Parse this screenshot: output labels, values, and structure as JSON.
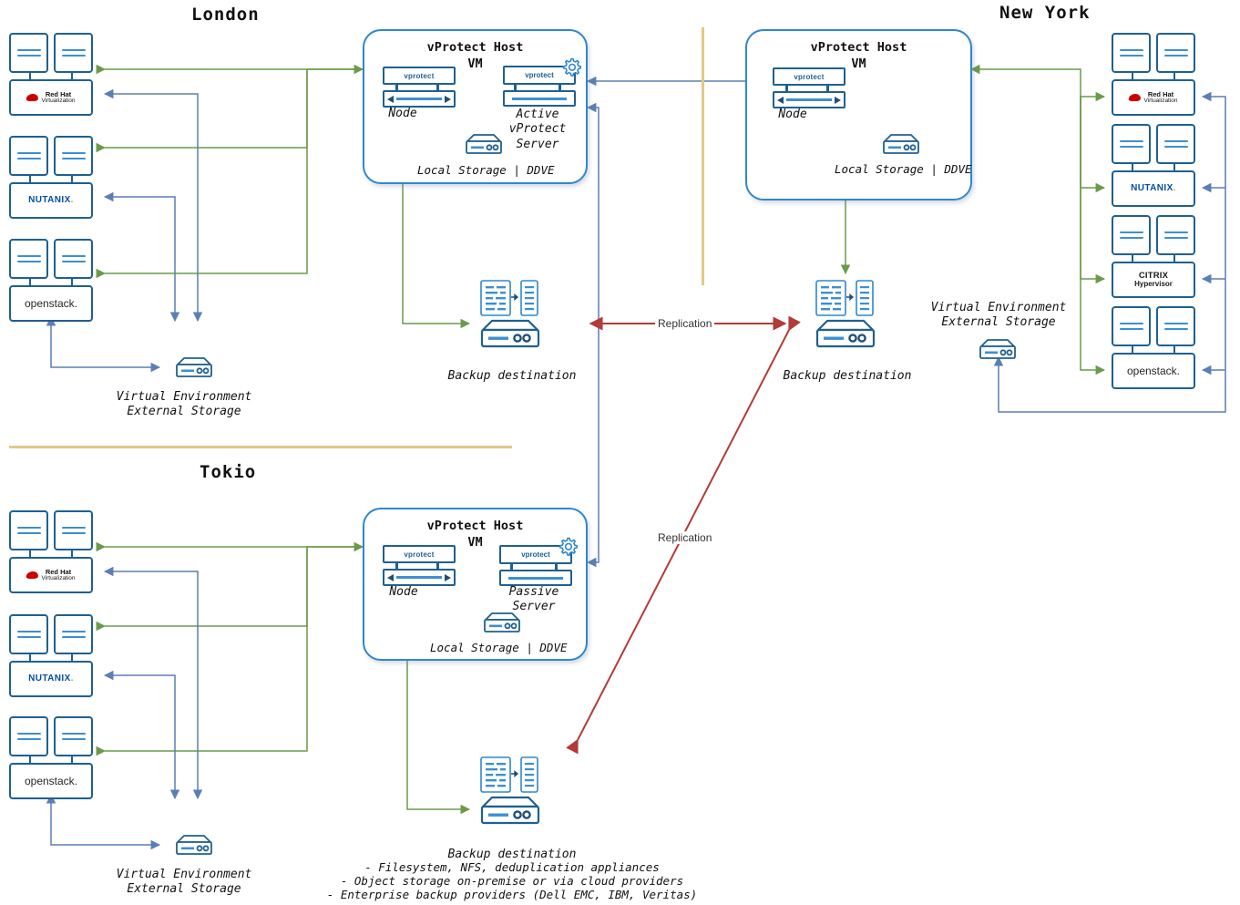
{
  "regions": {
    "london": {
      "title": "London"
    },
    "newyork": {
      "title": "New York"
    },
    "tokio": {
      "title": "Tokio"
    }
  },
  "hosts": {
    "london": {
      "title_line1": "vProtect Host",
      "title_line2": "VM",
      "node_label": "Node",
      "node_badge": "vprotect",
      "server_badge": "vprotect",
      "server_label": "Active\nvProtect\nServer",
      "server_label_l1": "Active",
      "server_label_l2": "vProtect",
      "server_label_l3": "Server",
      "storage_label": "Local Storage | DDVE"
    },
    "newyork": {
      "title_line1": "vProtect Host",
      "title_line2": "VM",
      "node_label": "Node",
      "node_badge": "vprotect",
      "storage_label": "Local Storage | DDVE"
    },
    "tokio": {
      "title_line1": "vProtect Host",
      "title_line2": "VM",
      "node_label": "Node",
      "node_badge": "vprotect",
      "server_badge": "vprotect",
      "server_label_l1": "Passive",
      "server_label_l2": "Server",
      "storage_label": "Local Storage | DDVE"
    }
  },
  "platforms": {
    "london": [
      {
        "name": "redhat",
        "line1": "Red Hat",
        "line2": "Virtualization"
      },
      {
        "name": "nutanix",
        "line1": "NUTANIX",
        "line2": ""
      },
      {
        "name": "openstack",
        "line1": "openstack.",
        "line2": ""
      }
    ],
    "tokio": [
      {
        "name": "redhat",
        "line1": "Red Hat",
        "line2": "Virtualization"
      },
      {
        "name": "nutanix",
        "line1": "NUTANIX",
        "line2": ""
      },
      {
        "name": "openstack",
        "line1": "openstack.",
        "line2": ""
      }
    ],
    "newyork": [
      {
        "name": "redhat",
        "line1": "Red Hat",
        "line2": "Virtualization"
      },
      {
        "name": "nutanix",
        "line1": "NUTANIX",
        "line2": ""
      },
      {
        "name": "citrix",
        "line1": "CITRIX",
        "line2": "Hypervisor"
      },
      {
        "name": "openstack",
        "line1": "openstack.",
        "line2": ""
      }
    ]
  },
  "external_storage": {
    "london": {
      "line1": "Virtual Environment",
      "line2": "External Storage"
    },
    "tokio": {
      "line1": "Virtual Environment",
      "line2": "External Storage"
    },
    "newyork": {
      "line1": "Virtual Environment",
      "line2": "External Storage"
    }
  },
  "backup_destinations": {
    "london": {
      "label": "Backup destination"
    },
    "newyork": {
      "label": "Backup destination"
    },
    "tokio": {
      "label": "Backup destination",
      "note1": "- Filesystem, NFS, deduplication appliances",
      "note2": "- Object storage on-premise or via cloud providers",
      "note3": "- Enterprise backup providers (Dell EMC, IBM, Veritas)"
    }
  },
  "connections": {
    "replication_horizontal": "Replication",
    "replication_diagonal": "Replication"
  },
  "colors": {
    "green_arrow": "#6a9a4a",
    "blue_arrow": "#5b7fb4",
    "red_arrow": "#b23b37",
    "box_border": "#1f6091",
    "host_border": "#2f87cf",
    "divider": "#e3c888",
    "redhat_red": "#cc0000",
    "nutanix_blue": "#024ea2",
    "nutanix_green": "#7ac143"
  }
}
